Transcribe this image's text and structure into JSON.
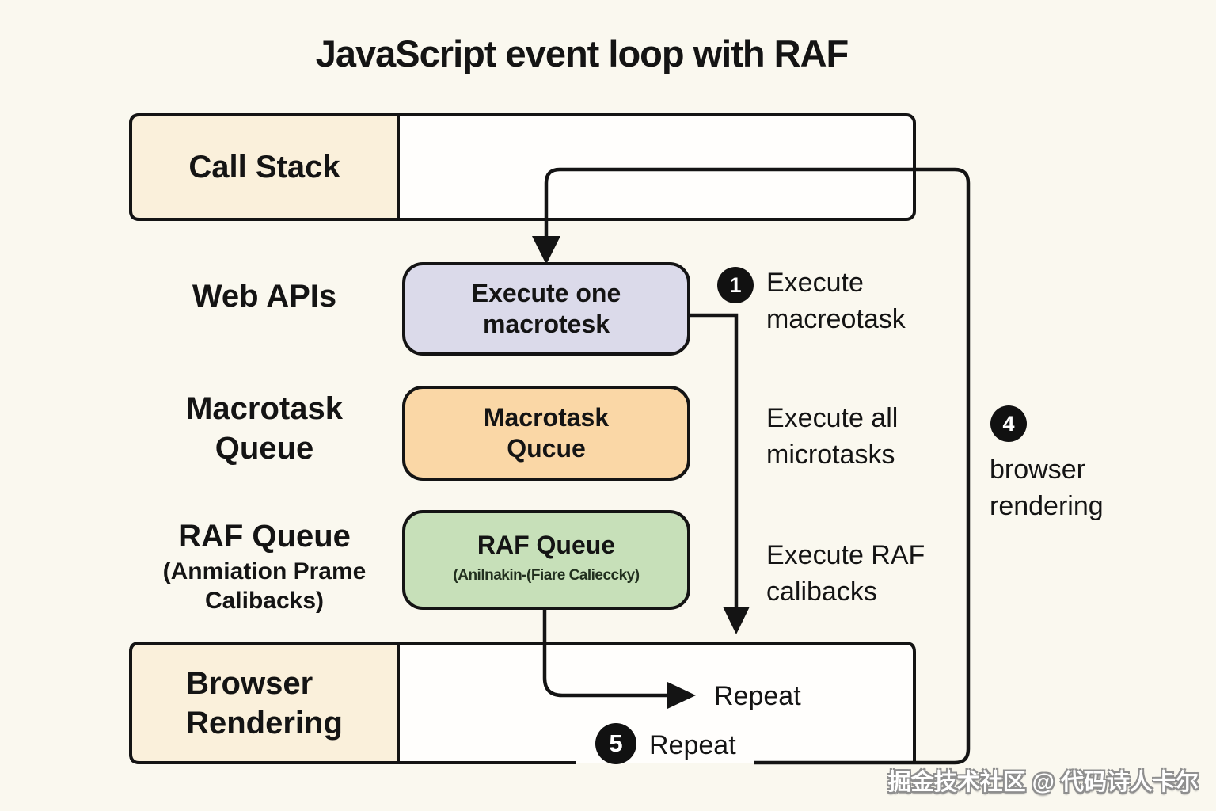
{
  "title": "JavaScript event loop with RAF",
  "labels": {
    "call_stack": "Call Stack",
    "web_apis": "Web APIs",
    "macrotask_queue": "Macrotask\nQueue",
    "raf_queue_title": "RAF Queue",
    "raf_queue_subtitle": "(Anmiation Prame\nCalibacks)",
    "browser_rendering": "Browser\nRendering"
  },
  "boxes": {
    "execute_one_macrotask": {
      "label": "Execute one\nmacrotesk",
      "fill": "#dbdaea"
    },
    "macrotask_queue": {
      "label": "Macrotask\nQucue",
      "fill": "#fad7a6"
    },
    "raf_queue": {
      "title": "RAF Queue",
      "subtitle": "(Anilnakin-(Fiare Calieccky)",
      "fill": "#c7e0b9"
    }
  },
  "steps": {
    "step1": {
      "number": "1",
      "label": "Execute\nmacreotask"
    },
    "step4": {
      "number": "4",
      "label": "browser\nrendering"
    },
    "step5": {
      "number": "5",
      "label": "Repeat"
    }
  },
  "annotations": {
    "execute_all_microtasks": "Execute all\nmicrotasks",
    "execute_raf_callbacks": "Execute RAF\ncalibacks",
    "repeat_arrow": "Repeat"
  },
  "watermark": "掘金技术社区 @ 代码诗人卡尔",
  "colors": {
    "background": "#faf8ef",
    "box_interior": "#fffefc",
    "cell_cream": "#faf0db",
    "box_purple": "#dbdaea",
    "box_orange": "#fad7a6",
    "box_green": "#c7e0b9",
    "line": "#141414"
  }
}
